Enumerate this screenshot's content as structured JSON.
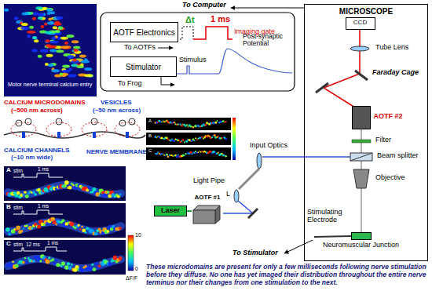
{
  "diagram": {
    "nodes": [
      {
        "text": [
          "AOTF Electronics"
        ]
      },
      {
        "text": [
          "Stimulator"
        ]
      },
      {
        "text": [
          "MICROSCOPE"
        ]
      },
      {
        "text": [
          "CCD"
        ],
        "in": 2
      },
      {
        "text": [
          "AOTF #2"
        ],
        "in": 2
      },
      {
        "text": [
          "Neuromuscular Junction"
        ],
        "in": 2
      },
      {
        "text": [
          "Laser"
        ]
      },
      {
        "text": [
          "AOTF #1"
        ]
      }
    ],
    "edges": [
      {
        "from": 6,
        "to": 7,
        "arrow": "none"
      }
    ],
    "labels": [
      "Motor nerve terminal calcium entry",
      "CALCIUM MICRODOMAINS",
      "(~500 nm across)",
      "VESICLES",
      "(~50 nm across)",
      "CALCIUM CHANNELS",
      "(~10 nm wide)",
      "NERVE MEMBRANE",
      "A",
      "stim",
      "1 ms",
      "B",
      "stim",
      "1 ms",
      "C",
      "stim",
      "12 ms",
      "1 ms",
      "10",
      "0",
      "ΔF/F",
      "Δt",
      "1 ms",
      "Imaging gate",
      "To AOTFs",
      "Post-synaptic Potential",
      "Stimulus",
      "To Frog",
      "To Computer",
      "Tube Lens",
      "Faraday Cage",
      "Filter",
      "Beam splitter",
      "Objective",
      "Input Optics",
      "Stimulating Electrode",
      "To Stimulator",
      "Light Pipe",
      "L",
      "A",
      "B",
      "C"
    ],
    "caption": "These microdomains are present for only a few milliseconds following nerve stimulation before they diffuse. No one has yet imaged their distribution throughout the entire nerve terminus nor their changes from one stimulation to the next."
  }
}
